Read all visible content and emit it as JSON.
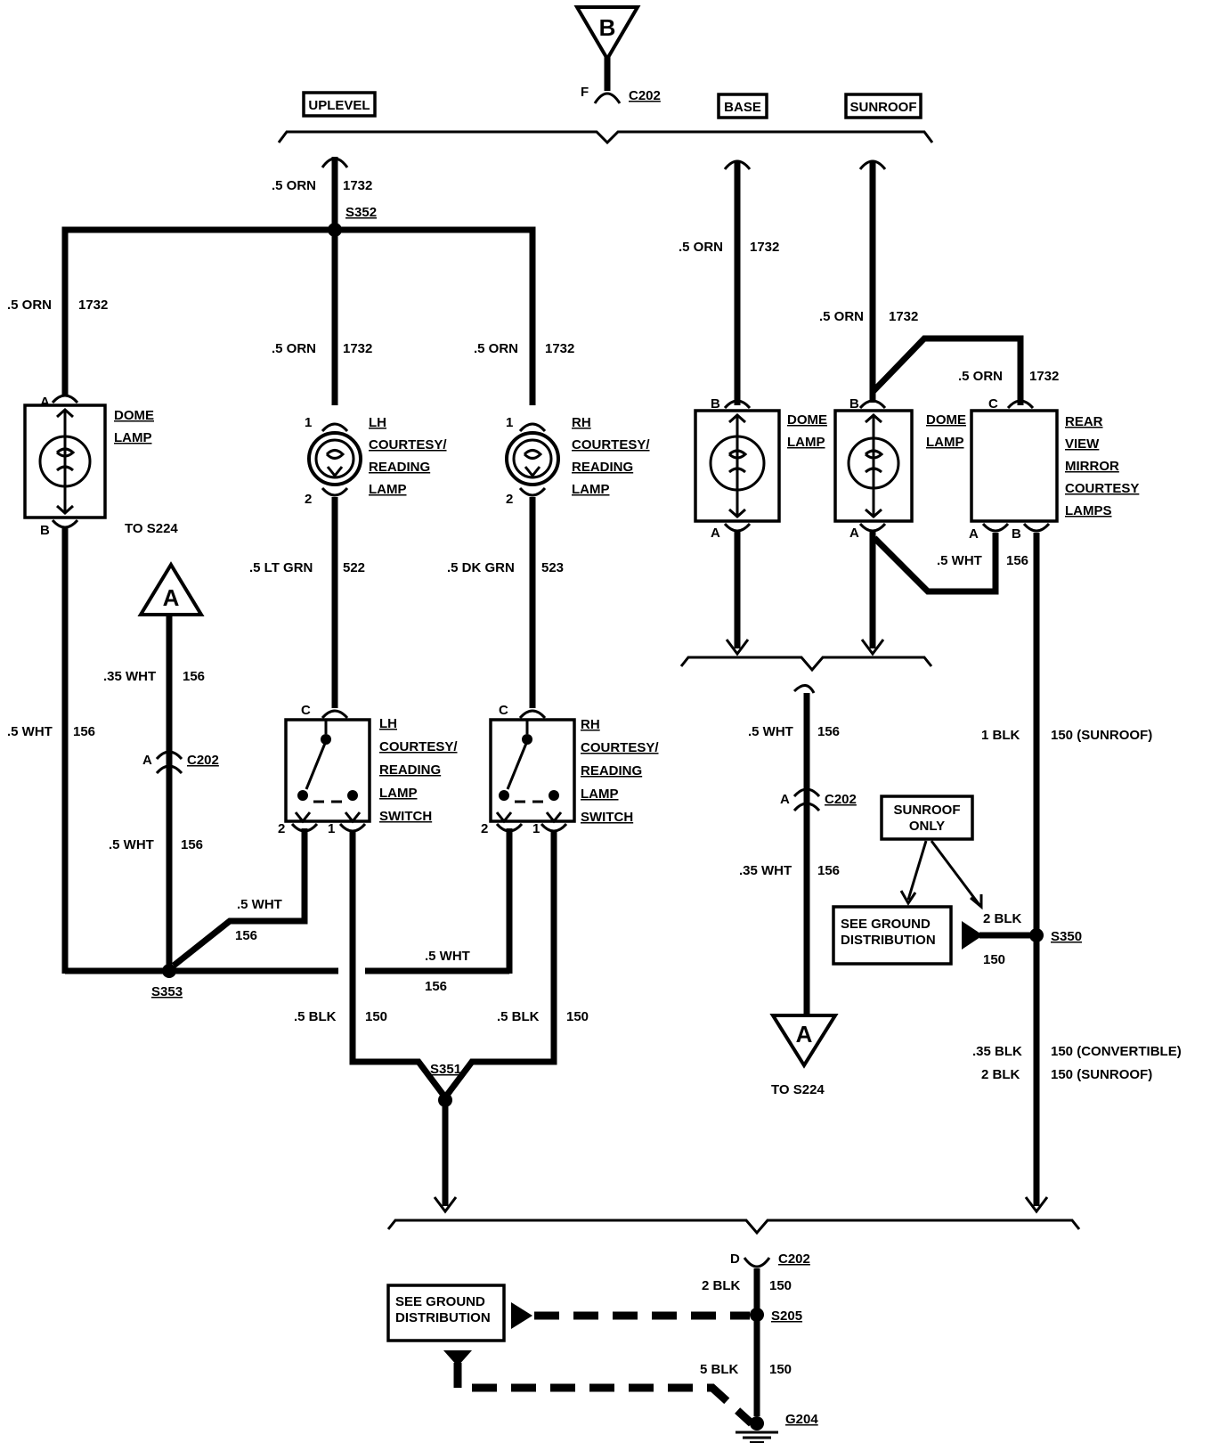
{
  "connector_B": "B",
  "connector_A": "A",
  "headers": {
    "uplevel": "UPLEVEL",
    "base": "BASE",
    "sunroof": "SUNROOF"
  },
  "top": {
    "pin_f": "F",
    "c202": "C202"
  },
  "wires": {
    "orn": ".5 ORN",
    "circ1732": "1732",
    "ltgrn": ".5 LT GRN",
    "circ522": "522",
    "dkgrn": ".5 DK GRN",
    "circ523": "523",
    "wht5": ".5 WHT",
    "wht35": ".35 WHT",
    "circ156": "156",
    "blk5": ".5 BLK",
    "circ150": "150",
    "blk1": "1 BLK",
    "circ150_sunroof": "150 (SUNROOF)",
    "blk2": "2 BLK",
    "blk35": ".35 BLK",
    "circ150_conv": "150 (CONVERTIBLE)",
    "circ150_plain": "150",
    "blk5b": "5 BLK"
  },
  "splices": {
    "s352": "S352",
    "s353": "S353",
    "s351": "S351",
    "s350": "S350",
    "s205": "S205",
    "g204": "G204"
  },
  "components": {
    "dome_lamp": [
      "DOME",
      "LAMP"
    ],
    "lh_lamp": [
      "LH",
      "COURTESY/",
      "READING",
      "LAMP"
    ],
    "rh_lamp": [
      "RH",
      "COURTESY/",
      "READING",
      "LAMP"
    ],
    "lh_switch": [
      "LH",
      "COURTESY/",
      "READING",
      "LAMP",
      "SWITCH"
    ],
    "rh_switch": [
      "RH",
      "COURTESY/",
      "READING",
      "LAMP",
      "SWITCH"
    ],
    "mirror": [
      "REAR",
      "VIEW",
      "MIRROR",
      "COURTESY",
      "LAMPS"
    ]
  },
  "pins": {
    "a": "A",
    "b": "B",
    "c": "C",
    "p1": "1",
    "p2": "2",
    "d": "D"
  },
  "notes": {
    "to_s224": "TO S224",
    "sunroof_only": [
      "SUNROOF",
      "ONLY"
    ],
    "see_ground": [
      "SEE GROUND",
      "DISTRIBUTION"
    ]
  }
}
